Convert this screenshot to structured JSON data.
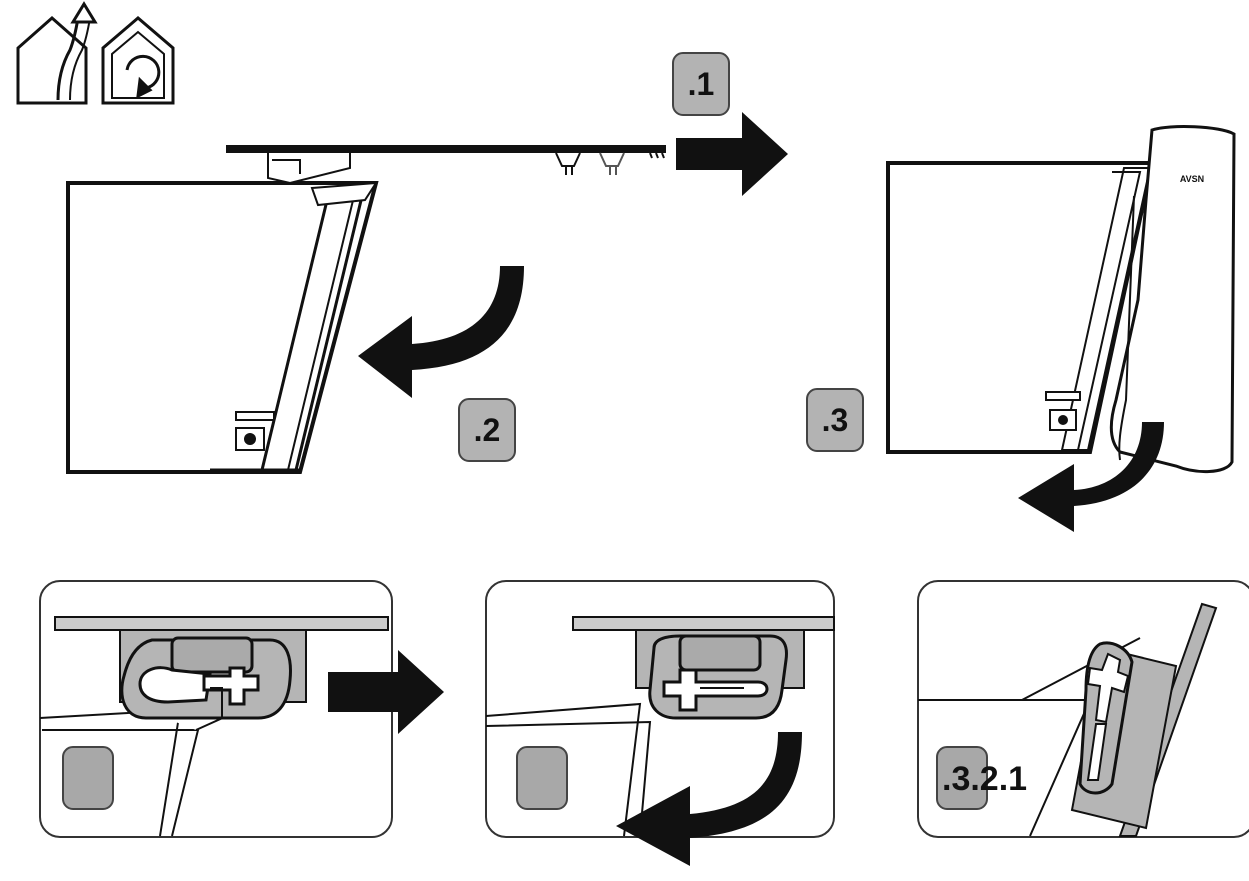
{
  "steps": {
    "step_1": ".1",
    "step_2": ".2",
    "step_3": ".3",
    "sequence": ".3.2.1"
  },
  "brand_label": "AVSN",
  "icons": [
    "extraction-house-icon",
    "recirculation-house-icon"
  ],
  "colors": {
    "ink": "#111111",
    "panel_border": "#333333",
    "badge_fill": "#b3b3b3",
    "part_gray": "#b5b5b5"
  }
}
